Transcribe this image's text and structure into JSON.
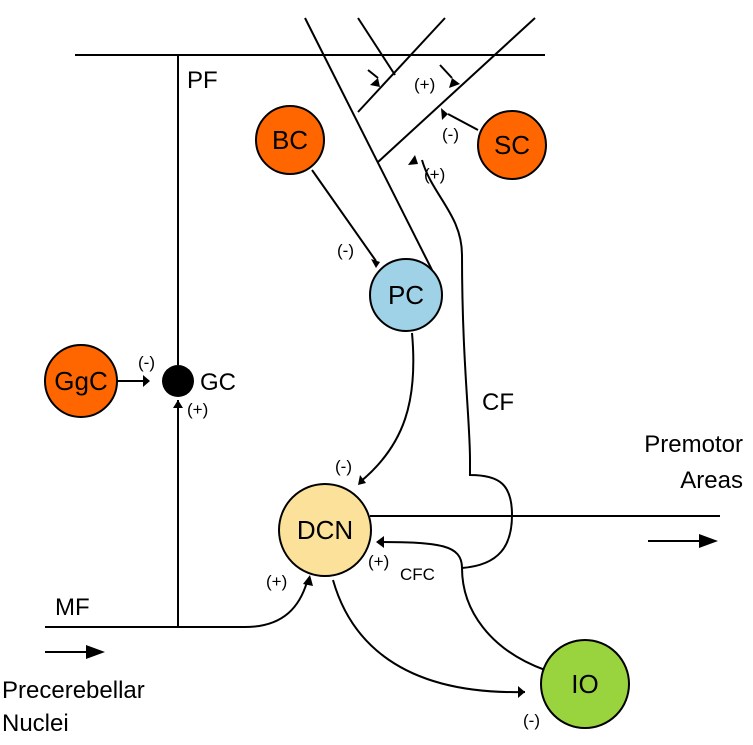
{
  "nodes": {
    "bc": {
      "label": "BC",
      "color": "#FF6600"
    },
    "sc": {
      "label": "SC",
      "color": "#FF6600"
    },
    "ggc": {
      "label": "GgC",
      "color": "#FF6600"
    },
    "pc": {
      "label": "PC",
      "color": "#9FD2E6"
    },
    "gc": {
      "label": "GC",
      "color": "#000000"
    },
    "dcn": {
      "label": "DCN",
      "color": "#FBE19A"
    },
    "io": {
      "label": "IO",
      "color": "#99D43F"
    }
  },
  "labels": {
    "pf": "PF",
    "cf": "CF",
    "mf": "MF",
    "cfc": "CFC",
    "premotor_line1": "Premotor",
    "premotor_line2": "Areas",
    "precerebellar_line1": "Precerebellar",
    "precerebellar_line2": "Nuclei"
  },
  "signs": {
    "plus": "(+)",
    "minus": "(-)"
  }
}
